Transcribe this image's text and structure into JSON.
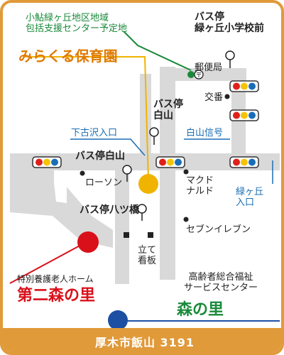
{
  "map": {
    "accent_orange": "#e09a3a",
    "road_color": "#d9d9d9",
    "planned_site": "小鮎緑ヶ丘地区地域\n包括支援センター予定地",
    "nursery": "みらくる保育園",
    "bus_stop_school": "バス停\n緑ヶ丘小学校前",
    "post_office": "郵便局",
    "police_box": "交番",
    "bus_stop_shiroyama": "バス停\n白山",
    "shimofurusawa_entrance": "下古沢入口",
    "shiroyama_signal": "白山信号",
    "bus_stop_shiroyama_2": "バス停白山",
    "lawson": "ローソン",
    "mcdonalds": "マクド\nナルド",
    "midorigaoka_entrance": "緑ヶ丘\n入口",
    "bus_stop_hattsubashi": "バス停八ツ橋",
    "seven_eleven": "セブンイレブン",
    "signboard": "立て\n看板",
    "nursing_home_type": "特別養護老人ホーム",
    "nursing_home_name": "第二森の里",
    "welfare_center_type": "高齢者総合福祉\nサービスセンター",
    "welfare_center_name": "森の里",
    "address": "厚木市飯山 3191",
    "colors": {
      "nursery_dot": "#f0b400",
      "nursing_home_dot": "#d9101a",
      "welfare_center_dot": "#1d4fa3",
      "planned_site_dot": "#1a8a3a",
      "signal_red": "#e0201a",
      "signal_yellow": "#f5c400",
      "signal_blue": "#1a6eb5"
    },
    "icons": [
      "bus-stop-icon",
      "post-office-icon",
      "traffic-signal-icon",
      "landmark-dot-icon",
      "signboard-post-icon"
    ]
  }
}
